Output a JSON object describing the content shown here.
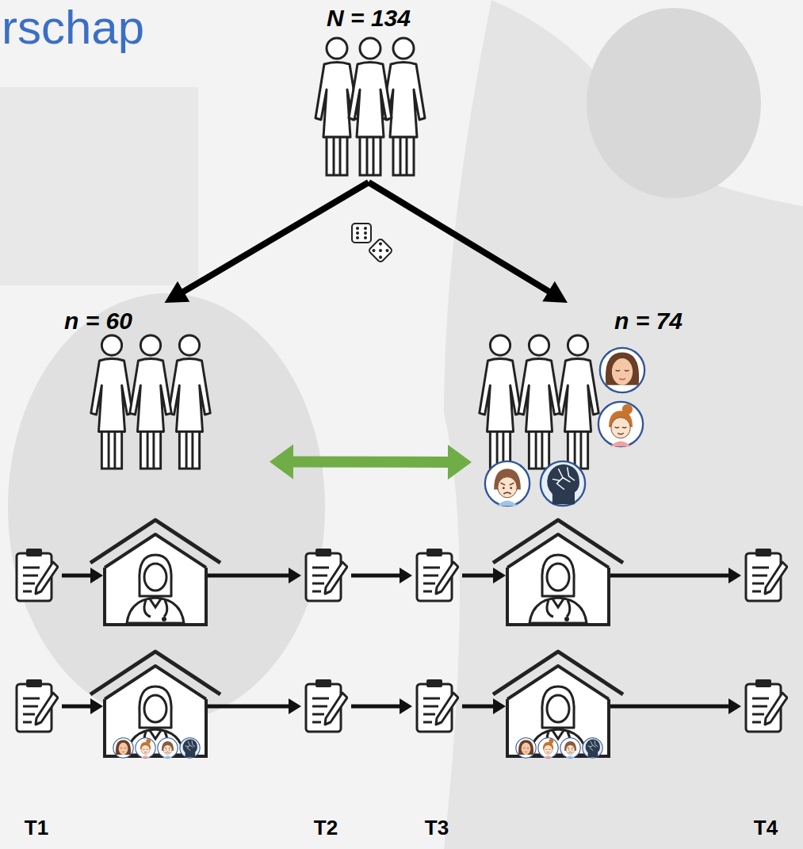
{
  "diagram": {
    "title": "rschap",
    "nodes": [
      {
        "text": [
          "N = 134"
        ]
      },
      {
        "text": [
          "n = 60"
        ]
      },
      {
        "text": [
          "n = 74"
        ]
      }
    ],
    "edges": [
      {
        "from": 0,
        "to": 1,
        "arrow": "to"
      },
      {
        "from": 0,
        "to": 2,
        "arrow": "to"
      },
      {
        "from": 1,
        "to": 2,
        "arrow": "both"
      }
    ],
    "labels": [
      "T1",
      "T2",
      "T3",
      "T4"
    ]
  }
}
